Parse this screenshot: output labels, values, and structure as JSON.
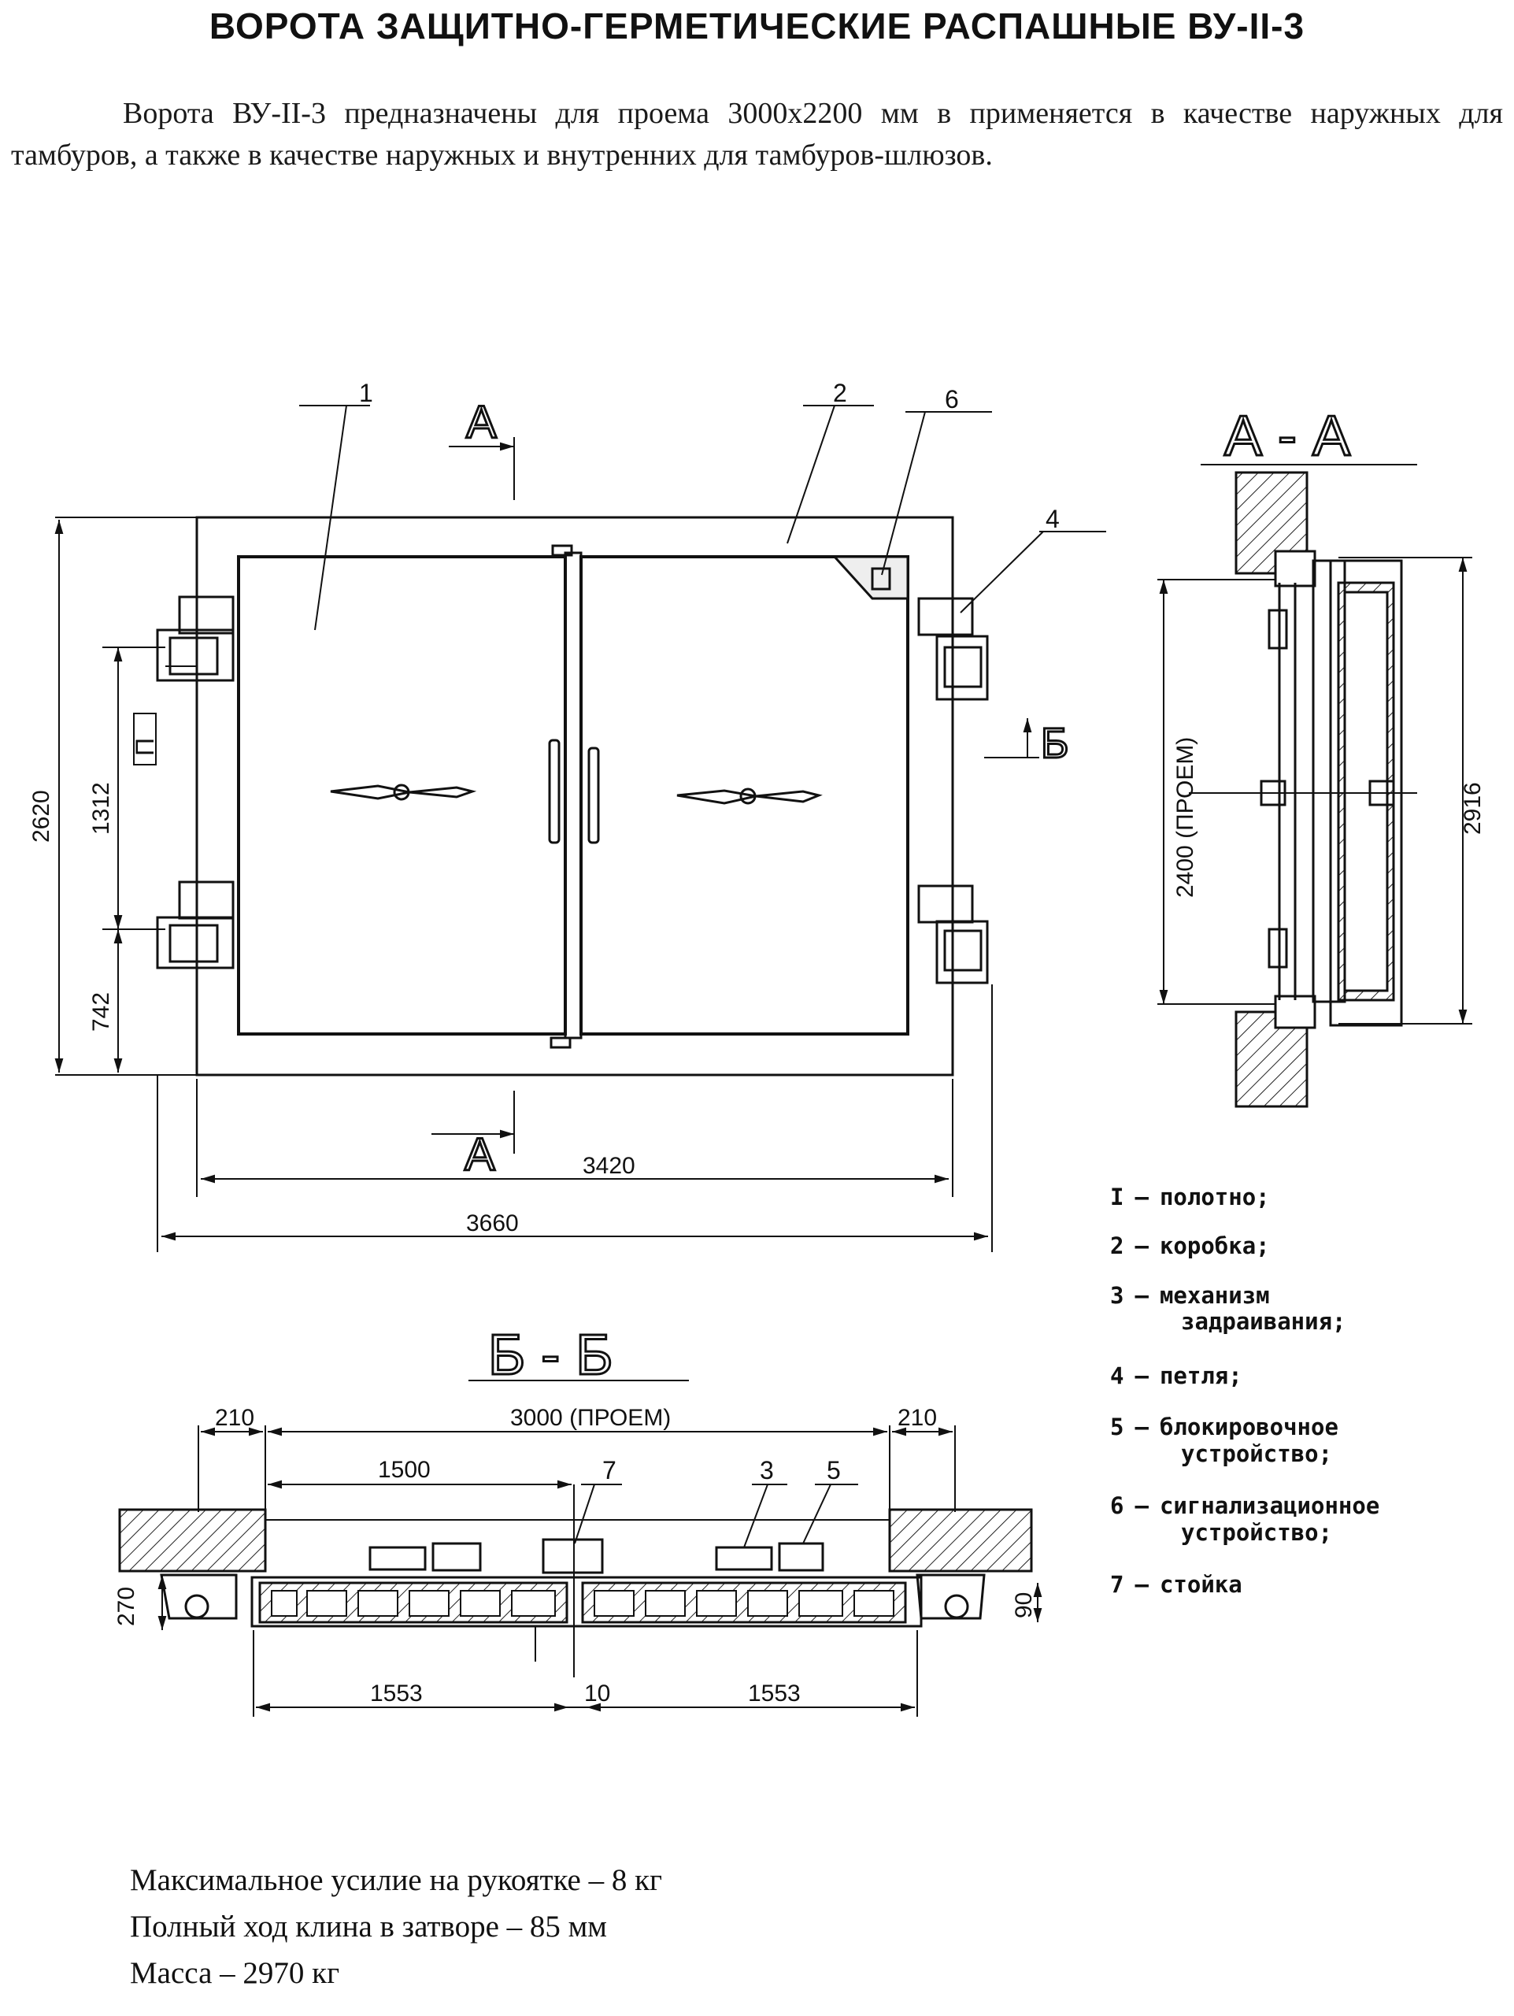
{
  "title": "ВОРОТА ЗАЩИТНО-ГЕРМЕТИЧЕСКИЕ РАСПАШНЫЕ  ВУ-II-3",
  "intro": "Ворота ВУ-II-3 предназначены для проема 3000х2200 мм в применяется в качестве наружных для тамбуров, а также в качестве наружных и внутренних для тамбуров-шлюзов.",
  "drawing": {
    "front_view": {
      "section_marks": {
        "top": "А",
        "bottom": "А",
        "side": "Б"
      },
      "callouts": [
        "1",
        "2",
        "6",
        "4"
      ],
      "dimensions": {
        "height": "2620",
        "mid": "1312",
        "lower": "742",
        "side_mark": "П",
        "inner_width": "3420",
        "outer_width": "3660"
      }
    },
    "section_aa": {
      "title": "А - А",
      "dimensions": {
        "opening": "2400 (ПРОЕМ)",
        "overall": "2916"
      }
    },
    "section_bb": {
      "title": "Б - Б",
      "callouts": [
        "7",
        "3",
        "5"
      ],
      "dimensions": {
        "left_jamb": "210",
        "opening": "3000 (ПРОЕМ)",
        "right_jamb": "210",
        "half": "1500",
        "leaf_left": "1553",
        "gap": "10",
        "leaf_right": "1553",
        "depth_left": "270",
        "depth_right": "90"
      }
    }
  },
  "legend": [
    {
      "num": "I",
      "text": "полотно;"
    },
    {
      "num": "2",
      "text": "коробка;"
    },
    {
      "num": "3",
      "text": "механизм",
      "text2": "задраивания;"
    },
    {
      "num": "4",
      "text": "петля;"
    },
    {
      "num": "5",
      "text": "блокировочное",
      "text2": "устройство;"
    },
    {
      "num": "6",
      "text": "сигнализационное",
      "text2": "устройство;"
    },
    {
      "num": "7",
      "text": "стойка"
    }
  ],
  "specs": [
    "Максимальное усилие на рукоятке – 8 кг",
    "Полный ход клина в затворе – 85 мм",
    "Масса – 2970 кг"
  ]
}
